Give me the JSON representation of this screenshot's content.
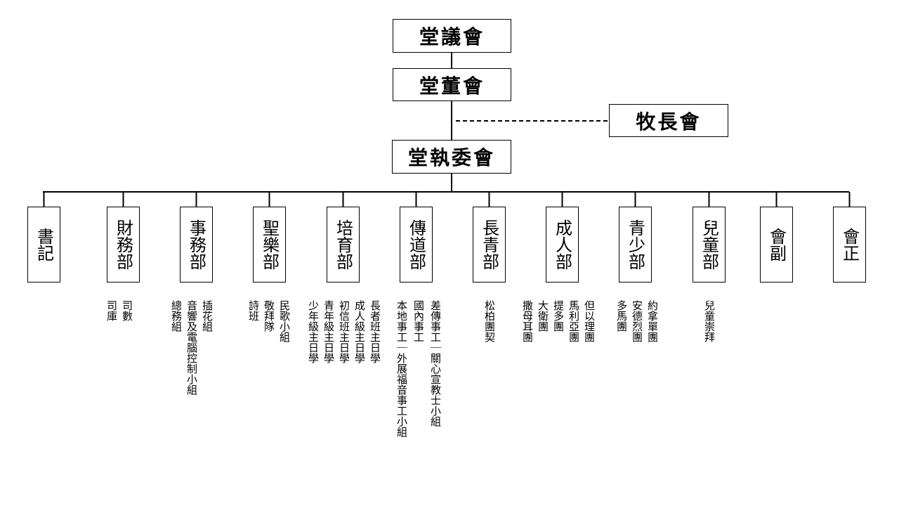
{
  "top": {
    "council": "堂議會",
    "board": "堂董會",
    "pastoral": "牧長會",
    "executive": "堂執委會"
  },
  "departments": [
    {
      "label": "書記",
      "subs": []
    },
    {
      "label": "財務部",
      "subs": [
        "司數",
        "司庫"
      ]
    },
    {
      "label": "事務部",
      "subs": [
        "插花組",
        "音響及電腦控制小組",
        "總務組"
      ]
    },
    {
      "label": "聖樂部",
      "subs": [
        "民歌小組",
        "敬拜隊",
        "詩班"
      ]
    },
    {
      "label": "培育部",
      "subs": [
        "長者班主日學",
        "成人級主日學",
        "初信班主日學",
        "青年級主日學",
        "少年級主日學"
      ]
    },
    {
      "label": "傳道部",
      "subs": [
        "差傳事工｜關心宣教士小組",
        "國內事工",
        "本地事工｜外展福音事工小組"
      ]
    },
    {
      "label": "長青部",
      "subs": [
        "松柏團契"
      ]
    },
    {
      "label": "成人部",
      "subs": [
        "但以理團",
        "馬利亞團",
        "提多團",
        "大衛團",
        "撒母耳團"
      ]
    },
    {
      "label": "青少部",
      "subs": [
        "約拿單團",
        "安德烈團",
        "多馬團"
      ]
    },
    {
      "label": "兒童部",
      "subs": [
        "兒童崇拜"
      ]
    },
    {
      "label": "會副",
      "subs": []
    },
    {
      "label": "會正",
      "subs": []
    }
  ]
}
